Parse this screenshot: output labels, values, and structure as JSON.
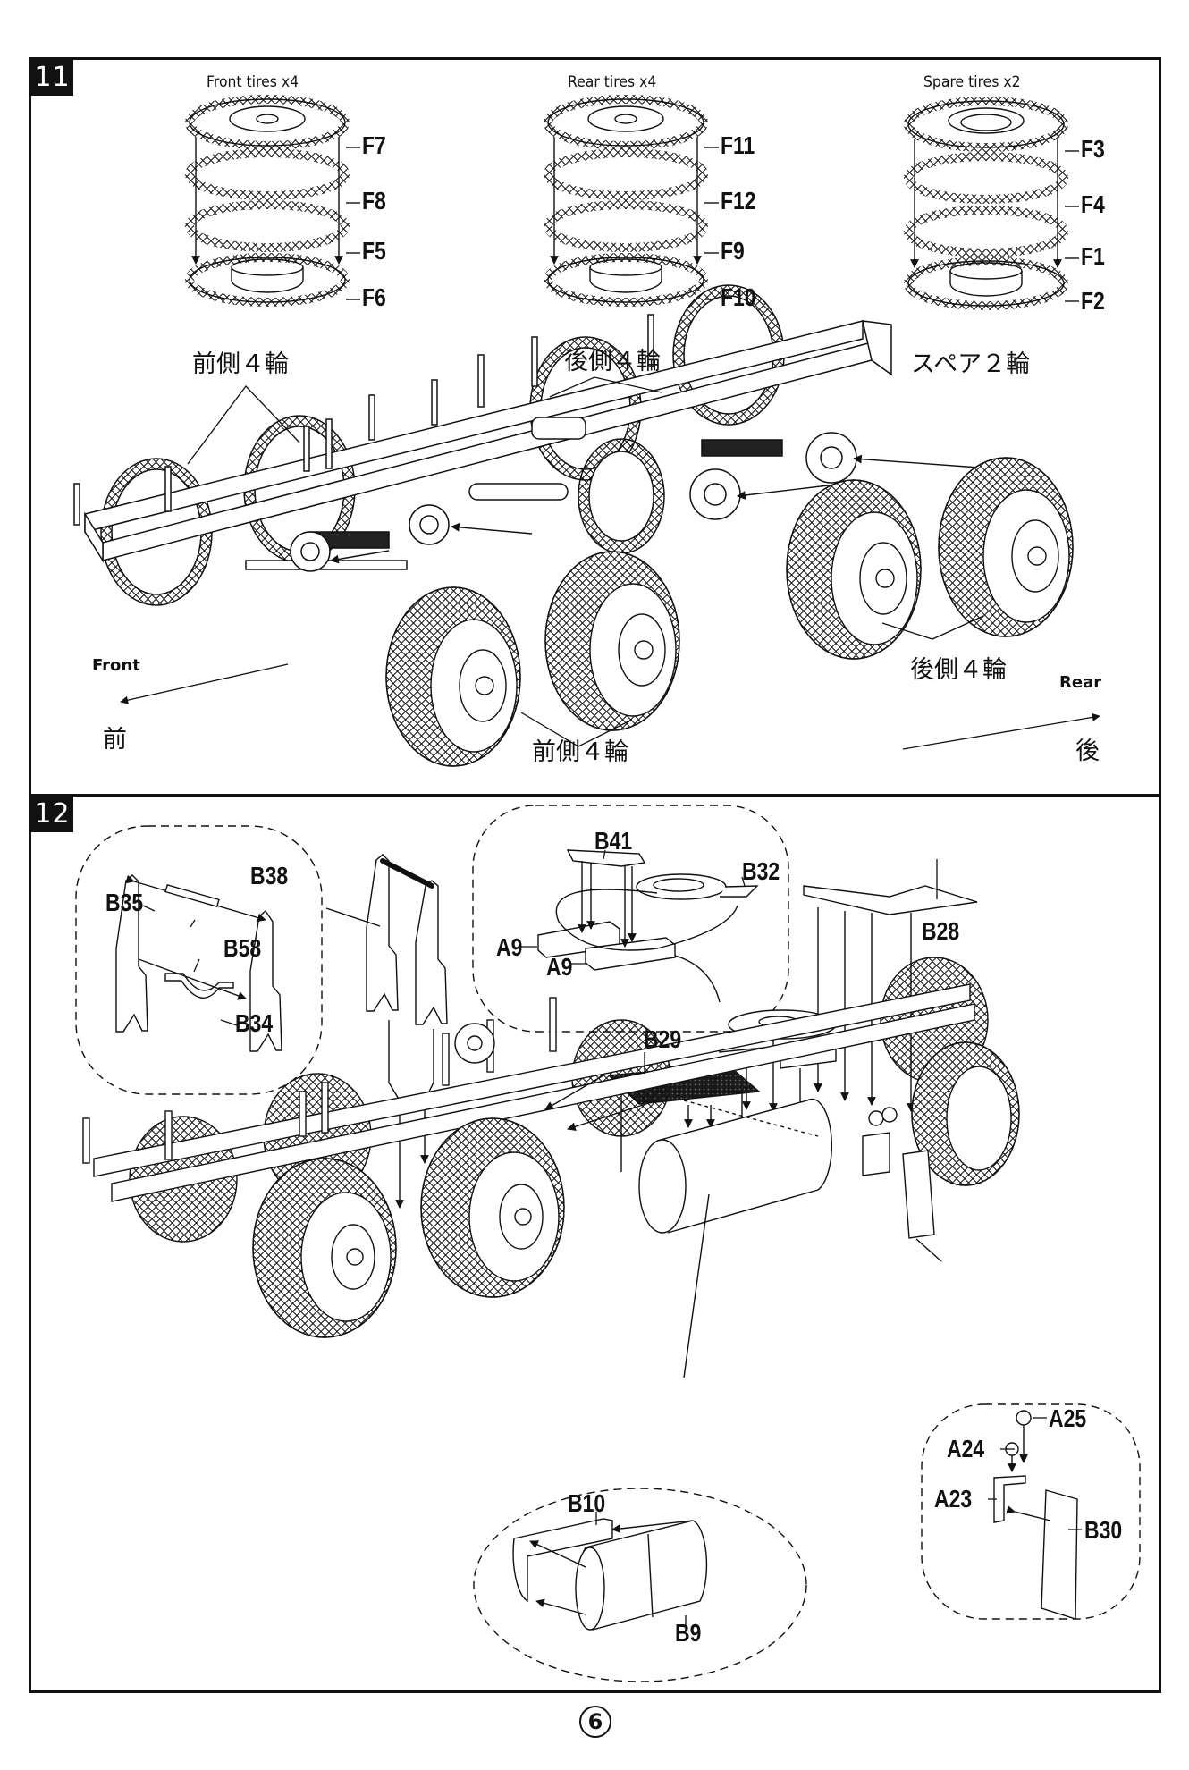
{
  "page": {
    "number": "6"
  },
  "step11": {
    "number": "11",
    "groups": [
      {
        "caption": "Front tires x4",
        "japanese": "前側４輪",
        "parts": [
          "F7",
          "F8",
          "F5",
          "F6"
        ]
      },
      {
        "caption": "Rear tires x4",
        "japanese": "後側４輪",
        "parts": [
          "F11",
          "F12",
          "F9",
          "F10"
        ]
      },
      {
        "caption": "Spare tires x2",
        "japanese": "スペア２輪",
        "parts": [
          "F3",
          "F4",
          "F1",
          "F2"
        ]
      }
    ],
    "chassis_labels": {
      "front_wheels": "前側４輪",
      "rear_wheels": "後側４輪"
    },
    "direction": {
      "front_en": "Front",
      "front_jp": "前",
      "rear_en": "Rear",
      "rear_jp": "後"
    }
  },
  "step12": {
    "number": "12",
    "callouts": {
      "log_stanchion": [
        "B38",
        "B35",
        "B58",
        "B34"
      ],
      "fifth_wheel": [
        "B41",
        "B32",
        "A9",
        "A9"
      ],
      "tank": [
        "B10",
        "B9"
      ],
      "mudflap": [
        "A25",
        "A24",
        "A23",
        "B30"
      ]
    },
    "main_labels": {
      "deck": "B28",
      "grille": "B29"
    }
  }
}
